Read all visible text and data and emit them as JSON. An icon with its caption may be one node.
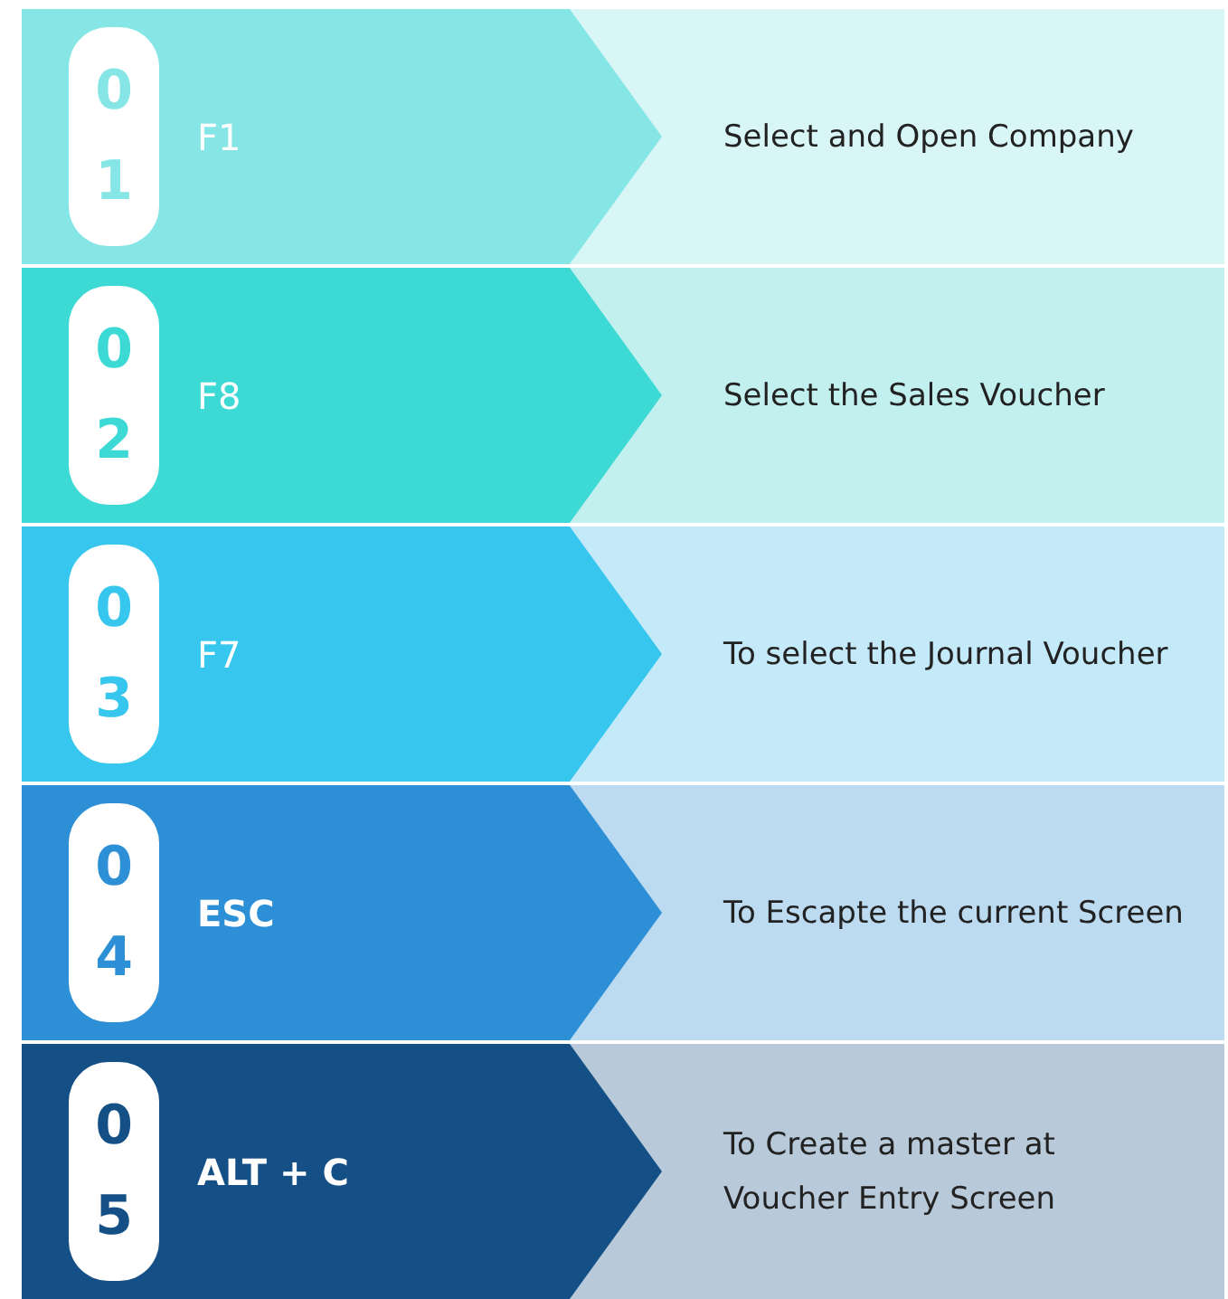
{
  "diagram": {
    "nodes": [
      {
        "text": [
          "F1"
        ]
      },
      {
        "text": [
          "01"
        ],
        "in": 0
      },
      {
        "text": [
          "Select and Open Company"
        ]
      },
      {
        "text": [
          "F8"
        ]
      },
      {
        "text": [
          "02"
        ],
        "in": 3
      },
      {
        "text": [
          "Select the Sales Voucher"
        ]
      },
      {
        "text": [
          "F7"
        ]
      },
      {
        "text": [
          "03"
        ],
        "in": 6
      },
      {
        "text": [
          "To select the Journal Voucher"
        ]
      },
      {
        "text": [
          "ESC"
        ]
      },
      {
        "text": [
          "04"
        ],
        "in": 9
      },
      {
        "text": [
          "To Escapte the current Screen"
        ]
      },
      {
        "text": [
          "ALT + C"
        ]
      },
      {
        "text": [
          "05"
        ],
        "in": 12
      },
      {
        "text": [
          "To Create a master at Voucher Entry Screen"
        ]
      }
    ]
  }
}
